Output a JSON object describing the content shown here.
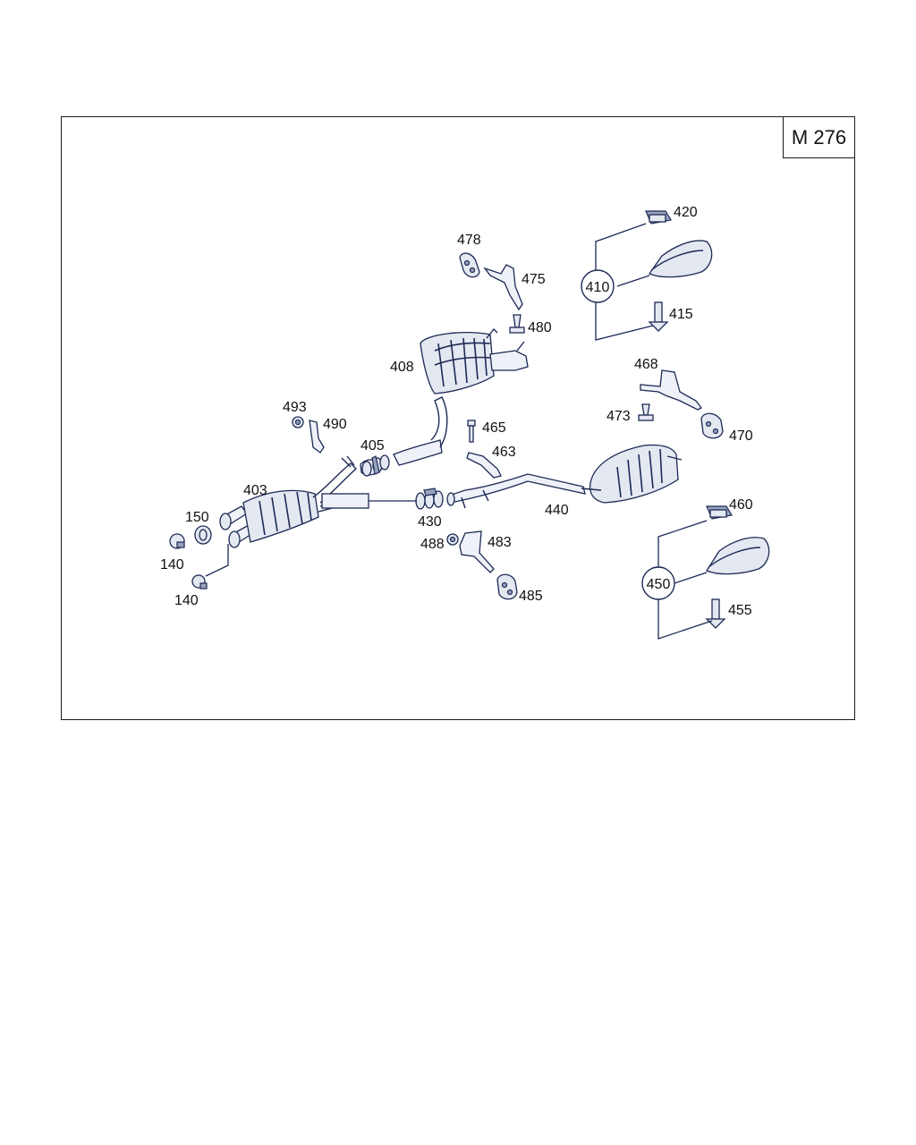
{
  "model": "M 276",
  "callouts": {
    "p140a": "140",
    "p140b": "140",
    "p150": "150",
    "p403": "403",
    "p405": "405",
    "p408": "408",
    "p410": "410",
    "p415": "415",
    "p420": "420",
    "p430": "430",
    "p440": "440",
    "p450": "450",
    "p455": "455",
    "p460": "460",
    "p463": "463",
    "p465": "465",
    "p468": "468",
    "p470": "470",
    "p473": "473",
    "p475": "475",
    "p478": "478",
    "p480": "480",
    "p483": "483",
    "p485": "485",
    "p488": "488",
    "p490": "490",
    "p493": "493"
  }
}
